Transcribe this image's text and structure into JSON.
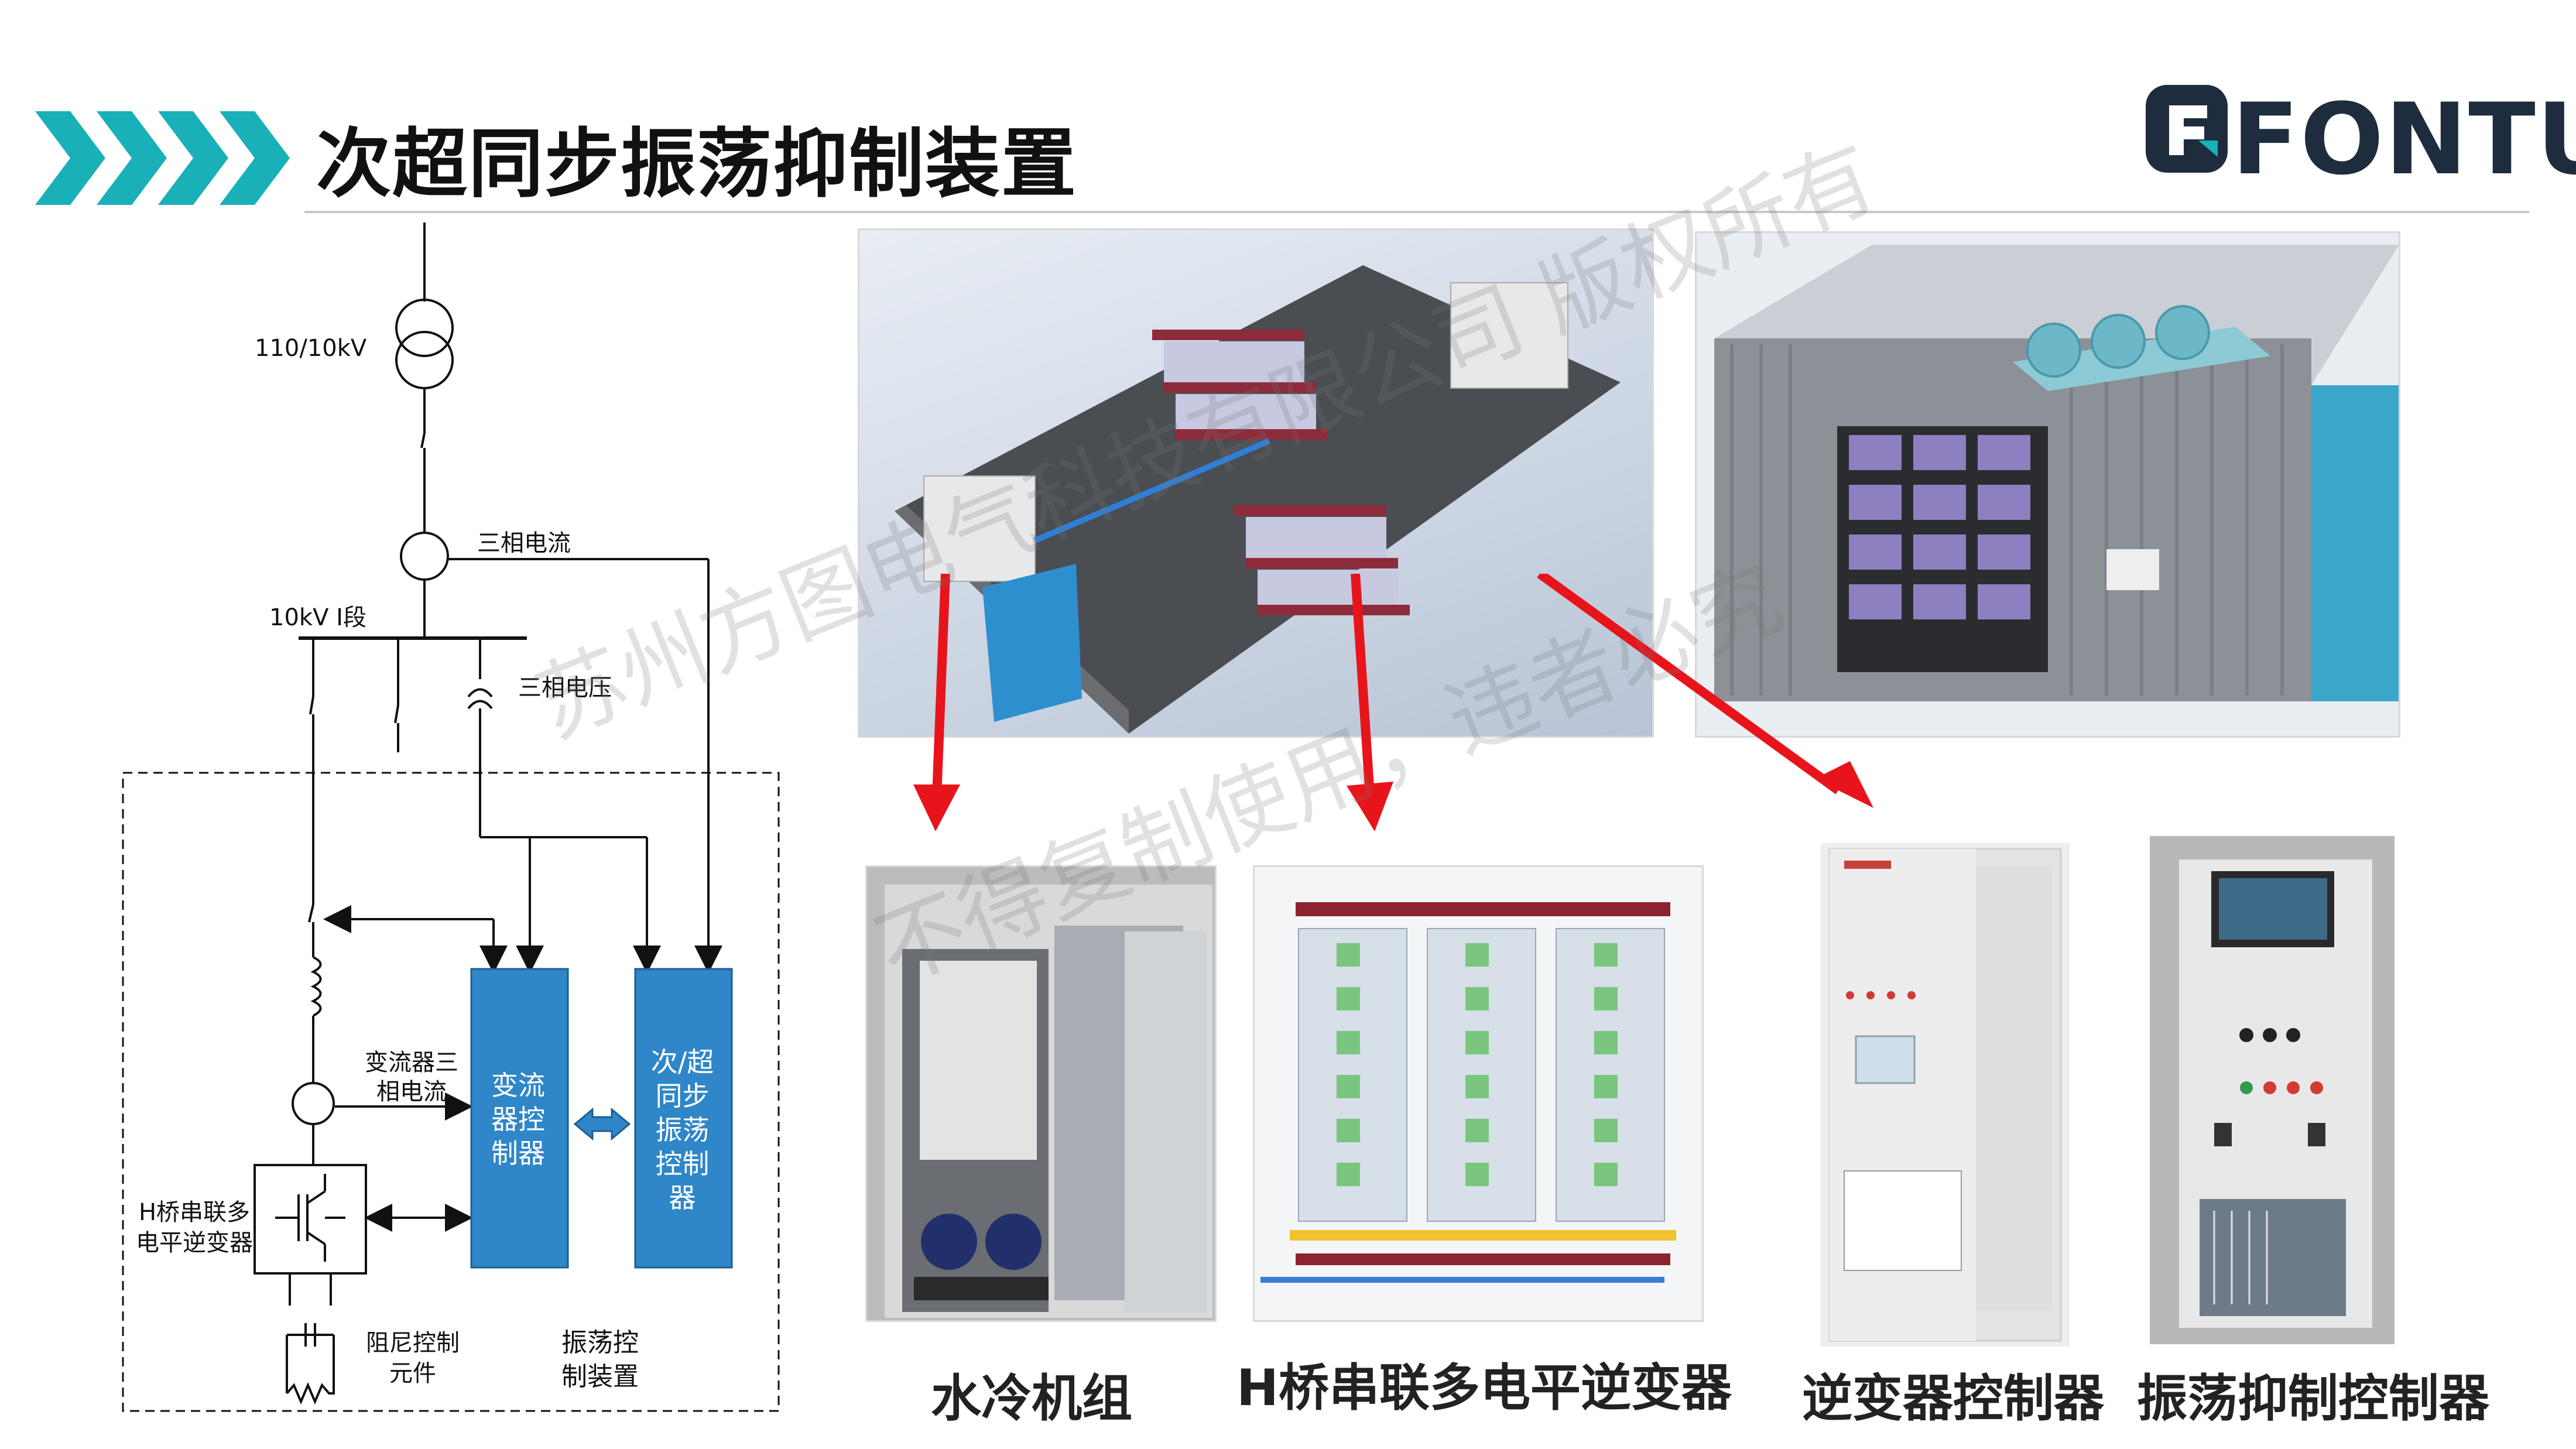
{
  "header": {
    "title": "次超同步振荡抑制装置"
  },
  "logo": {
    "text": "FONTU"
  },
  "diagram": {
    "transformer_label": "110/10kV",
    "ct_label": "三相电流",
    "bus_label": "10kV Ⅰ段",
    "vt_label": "三相电压",
    "conv_current_label": "变流器三相电流",
    "hbridge_label": "H桥串联多电平逆变器",
    "damping_label": "阻尼控制元件",
    "device_label": "振荡控制装置",
    "converter_box": "变流器控制器",
    "ssr_box": "次/超同步振荡控制器"
  },
  "captions": {
    "water_cooling": "水冷机组",
    "hbridge": "H桥串联多电平逆变器",
    "inverter_ctrl": "逆变器控制器",
    "oscillation_ctrl": "振荡抑制控制器"
  },
  "watermark": {
    "line1": "苏州方图电气科技有限公司 版权所有",
    "line2": "不得复制使用，违者必究"
  },
  "colors": {
    "accent": "#1ab0b8",
    "box_blue": "#2f86c8",
    "arrow_red": "#e8141b",
    "logo_dark": "#1e2d3d"
  }
}
